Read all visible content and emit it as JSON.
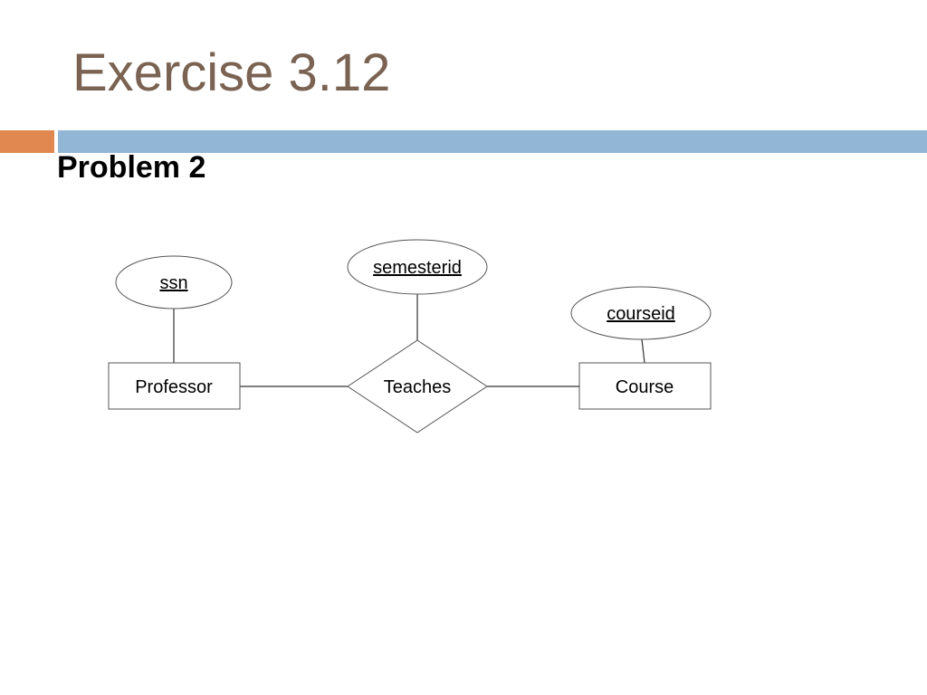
{
  "slide": {
    "title": "Exercise 3.12",
    "subtitle": "Problem 2",
    "accent_colors": {
      "title_text": "#7a6352",
      "orange_block": "#e0884f",
      "blue_bar": "#92b6d5"
    }
  },
  "diagram": {
    "entities": [
      {
        "id": "professor",
        "label": "Professor"
      },
      {
        "id": "course",
        "label": "Course"
      }
    ],
    "relationships": [
      {
        "id": "teaches",
        "label": "Teaches"
      }
    ],
    "attributes": [
      {
        "id": "ssn",
        "label": "ssn",
        "key": true,
        "of": "professor"
      },
      {
        "id": "semesterid",
        "label": "semesterid",
        "key": true,
        "of": "teaches"
      },
      {
        "id": "courseid",
        "label": "courseid",
        "key": true,
        "of": "course"
      }
    ]
  }
}
